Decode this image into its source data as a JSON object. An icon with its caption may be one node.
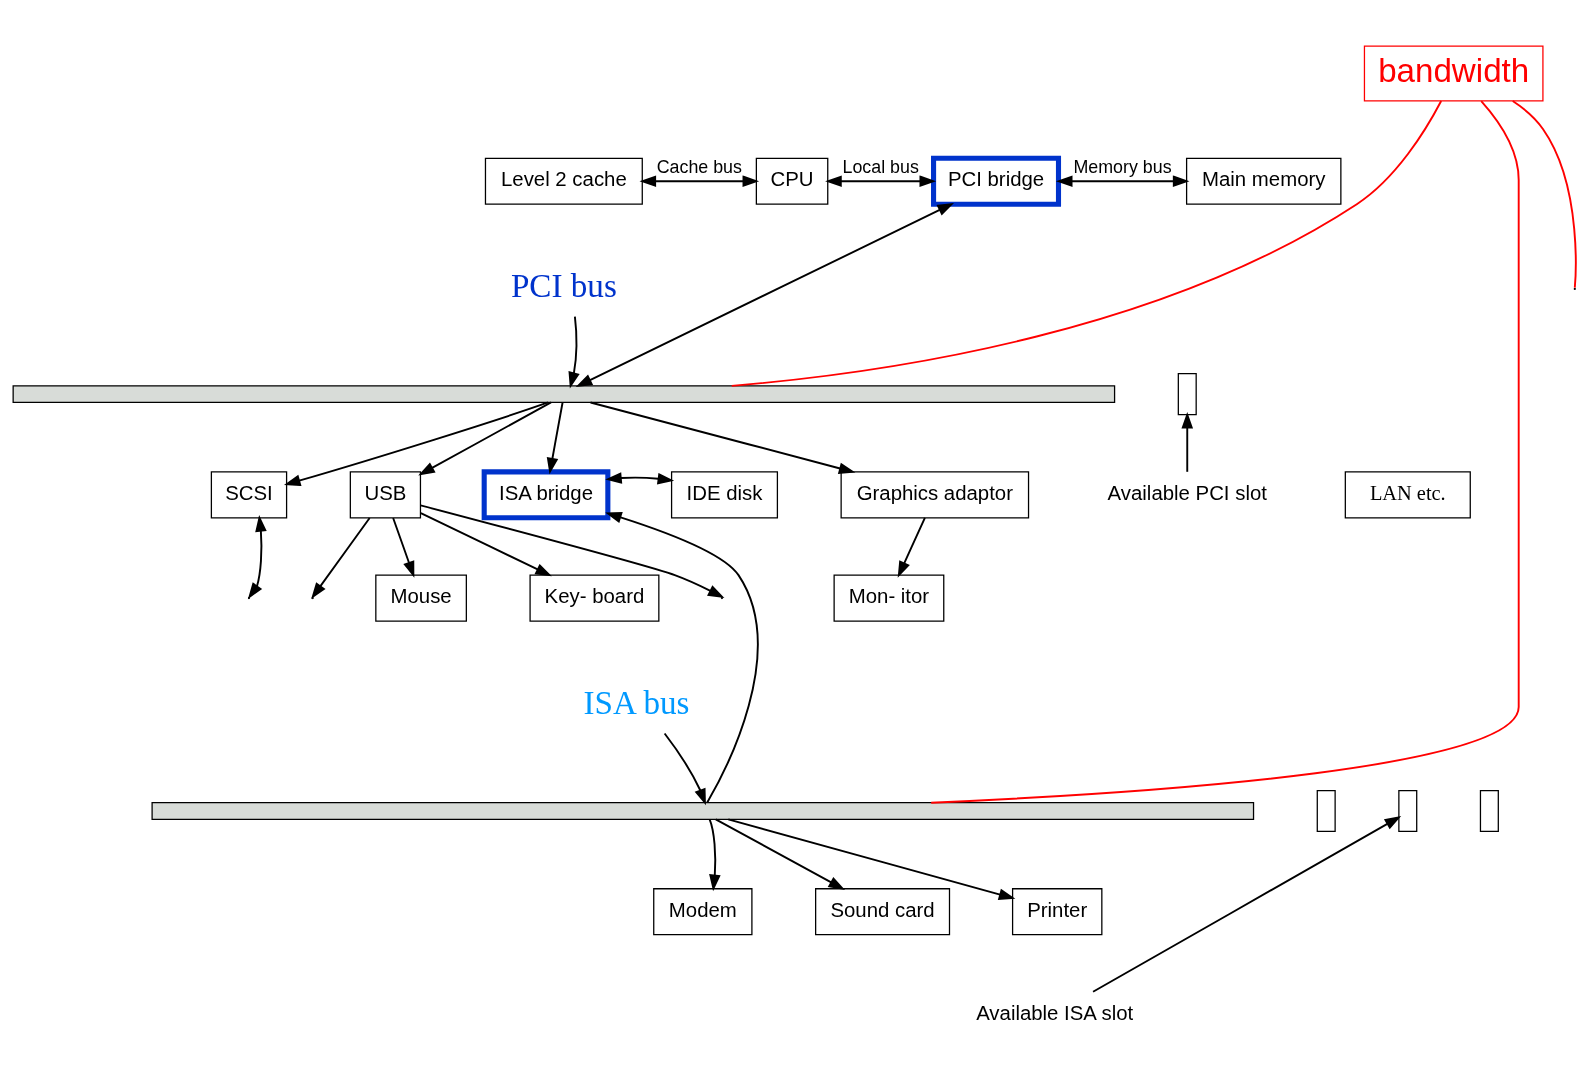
{
  "diagram": {
    "nodes": [
      {
        "text": [
          "Level 2 cache"
        ]
      },
      {
        "text": [
          "CPU"
        ]
      },
      {
        "text": [
          "PCI bridge"
        ]
      },
      {
        "text": [
          "Main memory"
        ]
      },
      {
        "text": [],
        "shape": "bar"
      },
      {
        "text": [
          "PCI bus"
        ]
      },
      {
        "text": [
          "SCSI"
        ]
      },
      {
        "text": [
          "USB"
        ]
      },
      {
        "text": [
          "ISA bridge"
        ]
      },
      {
        "text": [
          "IDE disk"
        ]
      },
      {
        "text": [
          "Graphics adaptor"
        ]
      },
      {
        "text": [
          "Mon- itor"
        ]
      },
      {
        "text": [
          "Available PCI slot"
        ]
      },
      {
        "text": [],
        "shape": "box"
      },
      {
        "text": [
          "LAN etc."
        ]
      },
      {
        "text": [
          "Mouse"
        ]
      },
      {
        "text": [
          "Key- board"
        ]
      },
      {
        "text": [],
        "shape": "bar"
      },
      {
        "text": [
          "ISA bus"
        ]
      },
      {
        "text": [
          "Modem"
        ]
      },
      {
        "text": [
          "Sound card"
        ]
      },
      {
        "text": [
          "Printer"
        ]
      },
      {
        "text": [],
        "shape": "box"
      },
      {
        "text": [],
        "shape": "box"
      },
      {
        "text": [],
        "shape": "box"
      },
      {
        "text": [
          "Available ISA slot"
        ]
      },
      {
        "text": [
          "bandwidth"
        ]
      }
    ],
    "edges": [
      {
        "from": 0,
        "to": 1,
        "arrow": "both",
        "label": "Cache bus"
      },
      {
        "from": 1,
        "to": 2,
        "arrow": "both",
        "label": "Local bus"
      },
      {
        "from": 2,
        "to": 3,
        "arrow": "both",
        "label": "Memory bus"
      },
      {
        "from": 2,
        "to": 4,
        "arrow": "both"
      },
      {
        "from": 5,
        "to": 4,
        "arrow": "to"
      },
      {
        "from": 4,
        "to": 6,
        "arrow": "to"
      },
      {
        "from": 4,
        "to": 7,
        "arrow": "to"
      },
      {
        "from": 4,
        "to": 8,
        "arrow": "to"
      },
      {
        "from": 4,
        "to": 10,
        "arrow": "to"
      },
      {
        "from": 12,
        "to": 13,
        "arrow": "to"
      },
      {
        "from": 6,
        "to": null,
        "arrow": "both"
      },
      {
        "from": 7,
        "to": 15,
        "arrow": "to"
      },
      {
        "from": 7,
        "to": 16,
        "arrow": "to"
      },
      {
        "from": 7,
        "to": null,
        "arrow": "to"
      },
      {
        "from": 7,
        "to": null,
        "arrow": "to"
      },
      {
        "from": 8,
        "to": 9,
        "arrow": "both"
      },
      {
        "from": 10,
        "to": 11,
        "arrow": "to"
      },
      {
        "from": 17,
        "to": 8,
        "arrow": "to"
      },
      {
        "from": 18,
        "to": 17,
        "arrow": "to"
      },
      {
        "from": 17,
        "to": 19,
        "arrow": "to"
      },
      {
        "from": 17,
        "to": 20,
        "arrow": "to"
      },
      {
        "from": 17,
        "to": 21,
        "arrow": "to"
      },
      {
        "from": 25,
        "to": 23,
        "arrow": "to"
      },
      {
        "from": 26,
        "to": null,
        "arrow": "none",
        "color": "#ff0000"
      },
      {
        "from": 26,
        "to": 4,
        "arrow": "none",
        "color": "#ff0000"
      },
      {
        "from": 26,
        "to": 17,
        "arrow": "none",
        "color": "#ff0000"
      }
    ]
  }
}
